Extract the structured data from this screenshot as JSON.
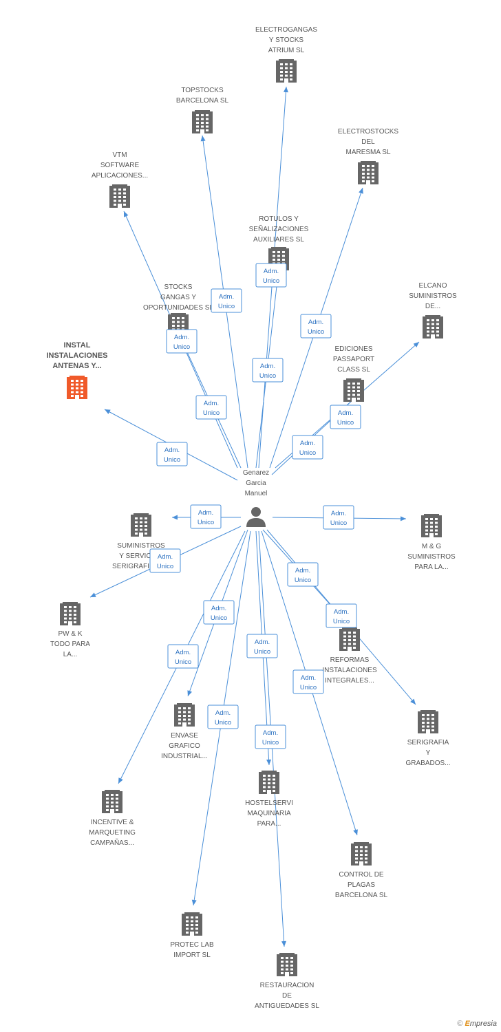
{
  "center": {
    "lines": [
      "Genarez",
      "Garcia",
      "Manuel"
    ]
  },
  "edge_label": {
    "line1": "Adm.",
    "line2": "Unico"
  },
  "nodes": [
    {
      "id": "electrogangas",
      "lines": [
        "ELECTROGANGAS",
        "Y STOCKS",
        "ATRIUM SL"
      ]
    },
    {
      "id": "topstocks",
      "lines": [
        "TOPSTOCKS",
        "BARCELONA SL"
      ]
    },
    {
      "id": "electrostocks",
      "lines": [
        "ELECTROSTOCKS",
        "DEL",
        "MARESMA SL"
      ]
    },
    {
      "id": "vtm",
      "lines": [
        "VTM",
        "SOFTWARE",
        "APLICACIONES..."
      ]
    },
    {
      "id": "rotulos",
      "lines": [
        "ROTULOS Y",
        "SEÑALIZACIONES",
        "AUXILIARES SL"
      ]
    },
    {
      "id": "stocks",
      "lines": [
        "STOCKS",
        "GANGAS Y",
        "OPORTUNIDADES SL"
      ]
    },
    {
      "id": "elcano",
      "lines": [
        "ELCANO",
        "SUMINISTROS",
        "DE..."
      ]
    },
    {
      "id": "instal",
      "lines": [
        "INSTAL",
        "INSTALACIONES",
        "ANTENAS Y..."
      ],
      "highlight": true
    },
    {
      "id": "ediciones",
      "lines": [
        "EDICIONES",
        "PASSAPORT",
        "CLASS SL"
      ]
    },
    {
      "id": "suministros_serv",
      "lines": [
        "SUMINISTROS",
        "Y SERVICIOS",
        "SERIGRAFICOS..."
      ]
    },
    {
      "id": "mg",
      "lines": [
        "M & G",
        "SUMINISTROS",
        "PARA LA..."
      ]
    },
    {
      "id": "pwk",
      "lines": [
        "PW & K",
        "TODO PARA",
        "LA..."
      ]
    },
    {
      "id": "reformas",
      "lines": [
        "REFORMAS",
        "INSTALACIONES",
        "INTEGRALES..."
      ]
    },
    {
      "id": "envase",
      "lines": [
        "ENVASE",
        "GRAFICO",
        "INDUSTRIAL..."
      ]
    },
    {
      "id": "serigrafia",
      "lines": [
        "SERIGRAFIA",
        "Y",
        "GRABADOS..."
      ]
    },
    {
      "id": "hostelservi",
      "lines": [
        "HOSTELSERVI",
        "MAQUINARIA",
        "PARA..."
      ]
    },
    {
      "id": "incentive",
      "lines": [
        "INCENTIVE &",
        "MARQUETING",
        "CAMPAÑAS..."
      ]
    },
    {
      "id": "control",
      "lines": [
        "CONTROL DE",
        "PLAGAS",
        "BARCELONA SL"
      ]
    },
    {
      "id": "proteclab",
      "lines": [
        "PROTEC LAB",
        "IMPORT SL"
      ]
    },
    {
      "id": "restauracion",
      "lines": [
        "RESTAURACION",
        "DE",
        "ANTIGUEDADES SL"
      ]
    }
  ],
  "footer": {
    "copyright": "©",
    "brand_initial": "E",
    "brand_rest": "mpresia"
  },
  "colors": {
    "edge": "#4a8fd8",
    "building": "#666666",
    "highlight": "#f05a2a"
  }
}
